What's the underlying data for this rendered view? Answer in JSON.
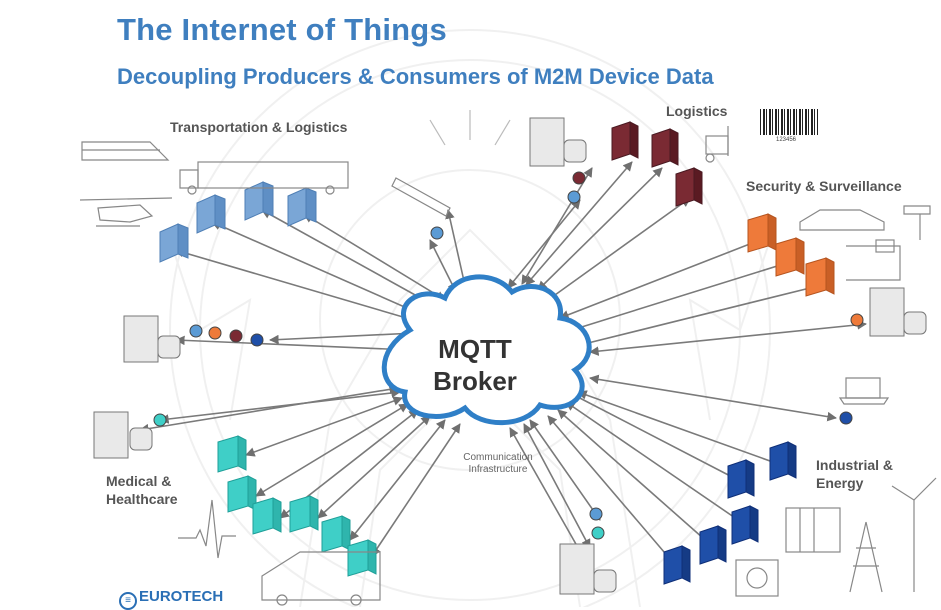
{
  "slide": {
    "title": "The Internet of Things",
    "subtitle": "Decoupling Producers & Consumers of M2M Device Data",
    "broker_line1": "MQTT",
    "broker_line2": "Broker",
    "infrastructure_line1": "Communication",
    "infrastructure_line2": "Infrastructure",
    "logo_text": "EUROTECH",
    "barcode_number": "123456"
  },
  "sectors": {
    "transportation": "Transportation & Logistics",
    "logistics": "Logistics",
    "security": "Security & Surveillance",
    "industrial_line1": "Industrial &",
    "industrial_line2": "Energy",
    "medical_line1": "Medical &",
    "medical_line2": "Healthcare"
  },
  "colors": {
    "title": "#3f7fbf",
    "cloud_outline": "#2f7fc7",
    "arrow": "#7a7a7a",
    "transport_device": "#7aa6d6",
    "logistics_device": "#7a2a33",
    "security_device": "#ee7a3a",
    "industrial_device": "#1f4fa8",
    "medical_device": "#3fcfc7",
    "server": "#e8e8e8"
  }
}
